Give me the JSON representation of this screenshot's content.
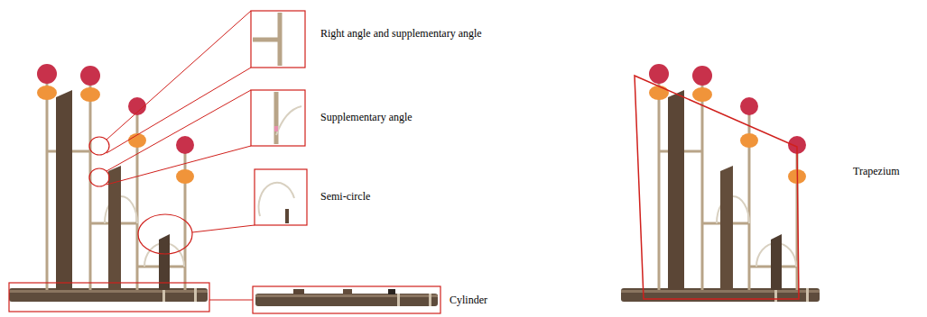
{
  "diagram": {
    "labels": [
      "Right angle and supplementary angle",
      "Supplementary angle",
      "Semi-circle",
      "Cylinder",
      "Trapezium"
    ]
  }
}
